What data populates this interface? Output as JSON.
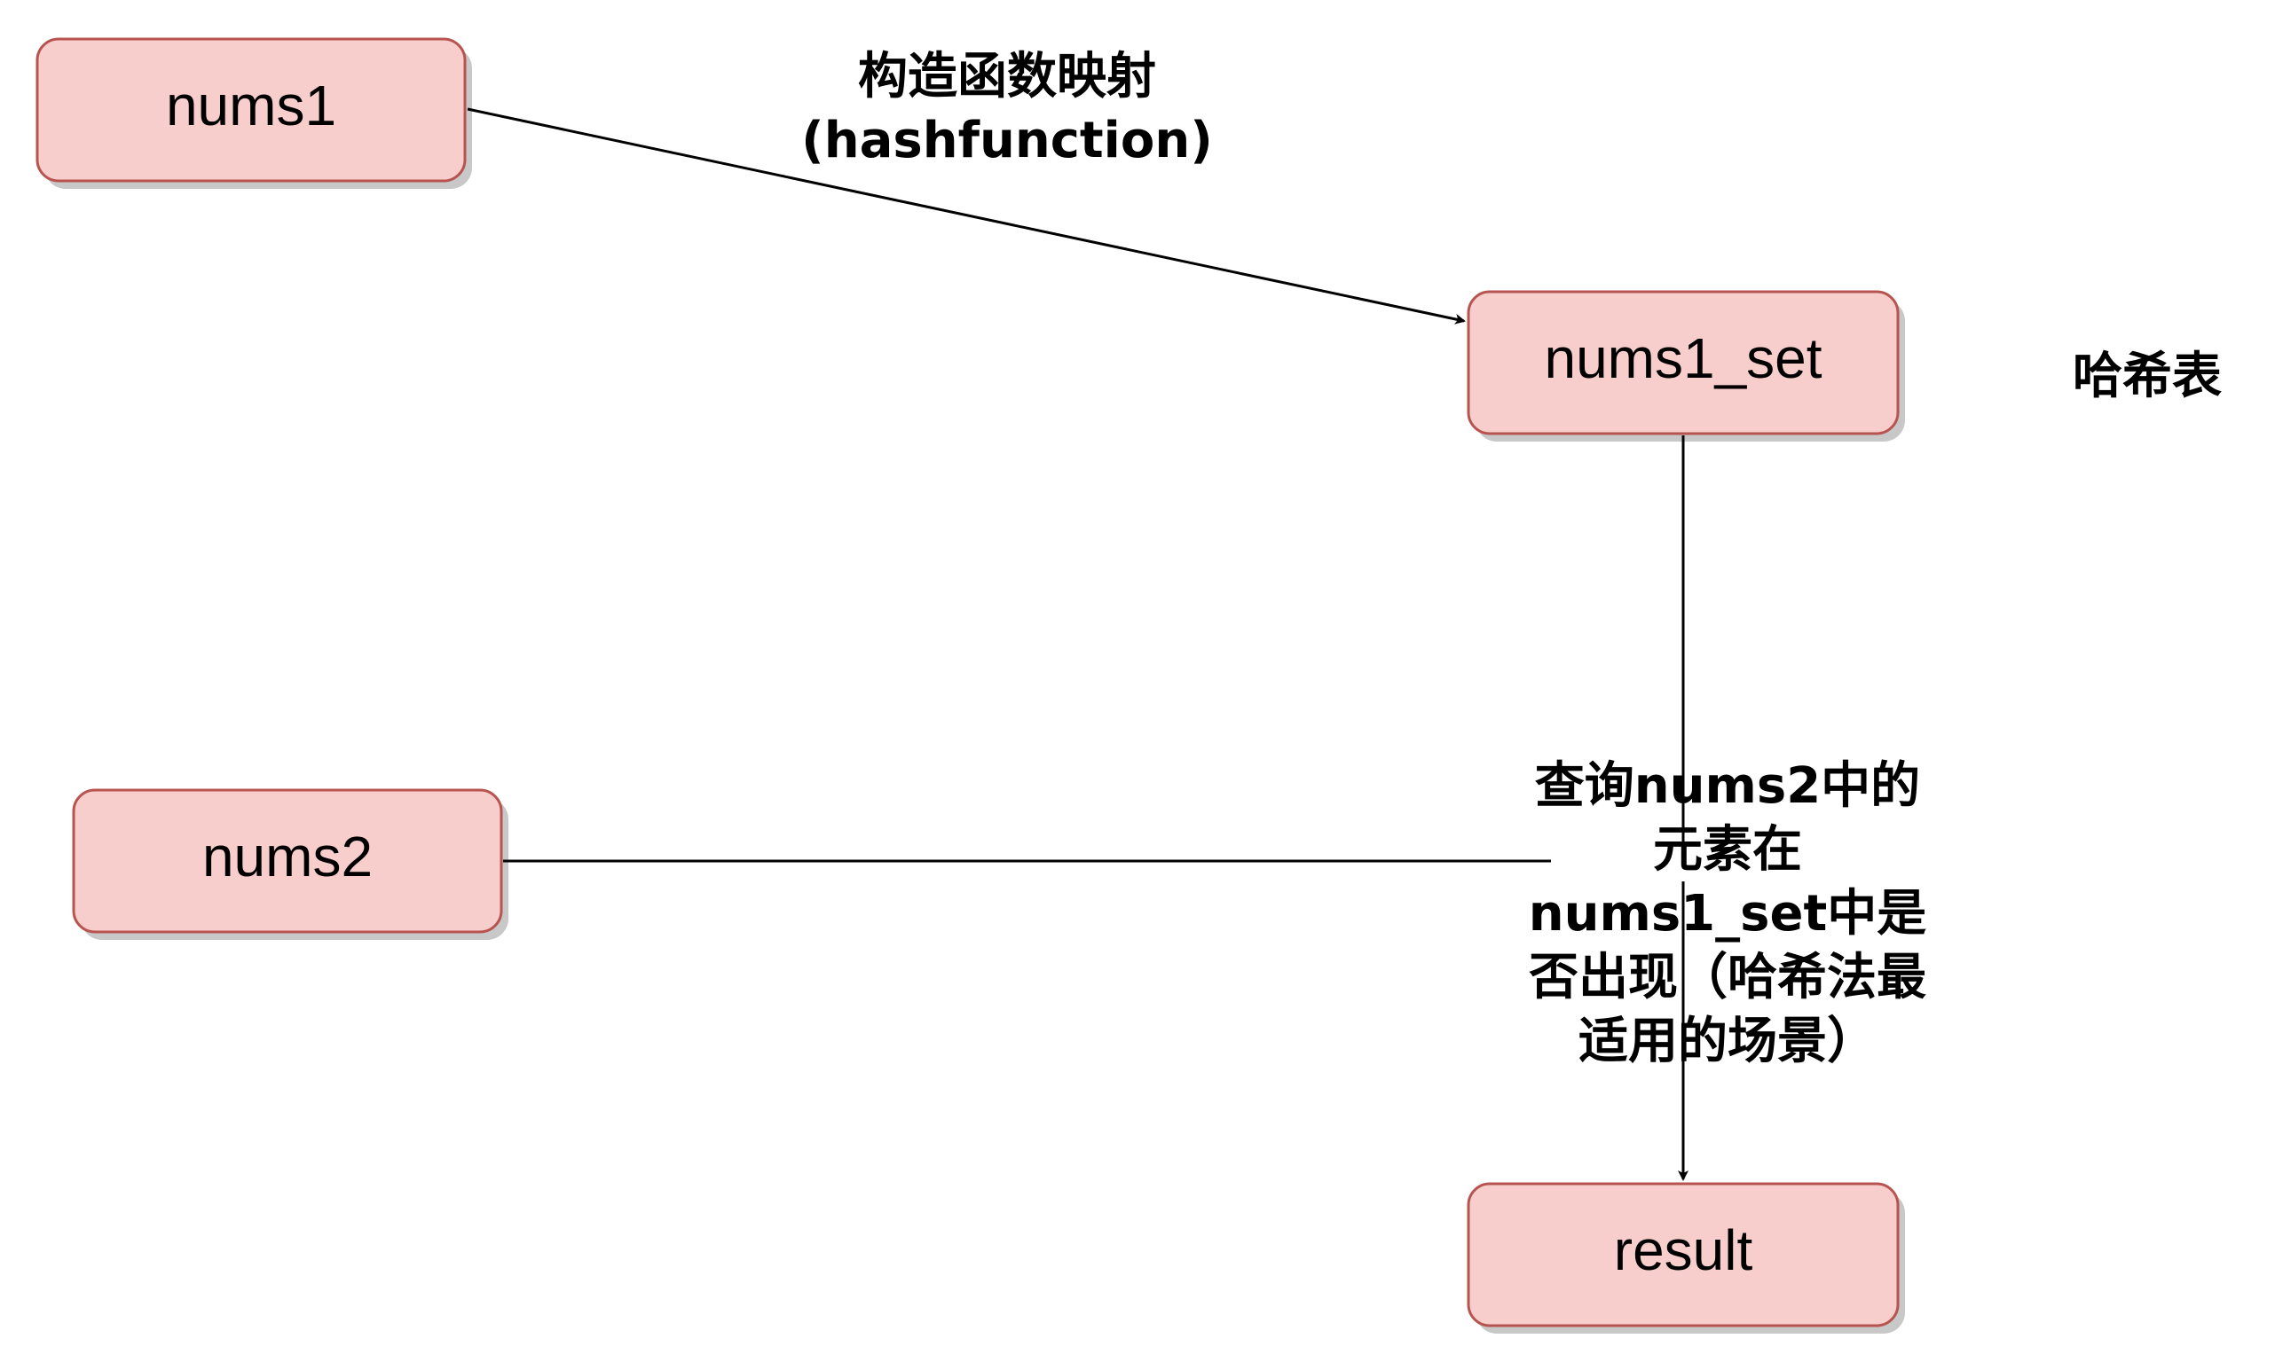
{
  "diagram": {
    "nodes": {
      "nums1": {
        "label": "nums1"
      },
      "nums1_set": {
        "label": "nums1_set"
      },
      "nums2": {
        "label": "nums2"
      },
      "result": {
        "label": "result"
      }
    },
    "annotations": {
      "hashfunction": {
        "line1": "构造函数映射",
        "line2": "(hashfunction)"
      },
      "hash_table": "哈希表",
      "query": {
        "line1": "查询nums2中的",
        "line2": "元素在",
        "line3": "nums1_set中是",
        "line4": "否出现（哈希法最",
        "line5": "适用的场景）"
      }
    }
  },
  "colors": {
    "node_fill": "#f8cecc",
    "node_stroke": "#b85450",
    "node_shadow": "#c8c8c8",
    "edge": "#000000"
  }
}
